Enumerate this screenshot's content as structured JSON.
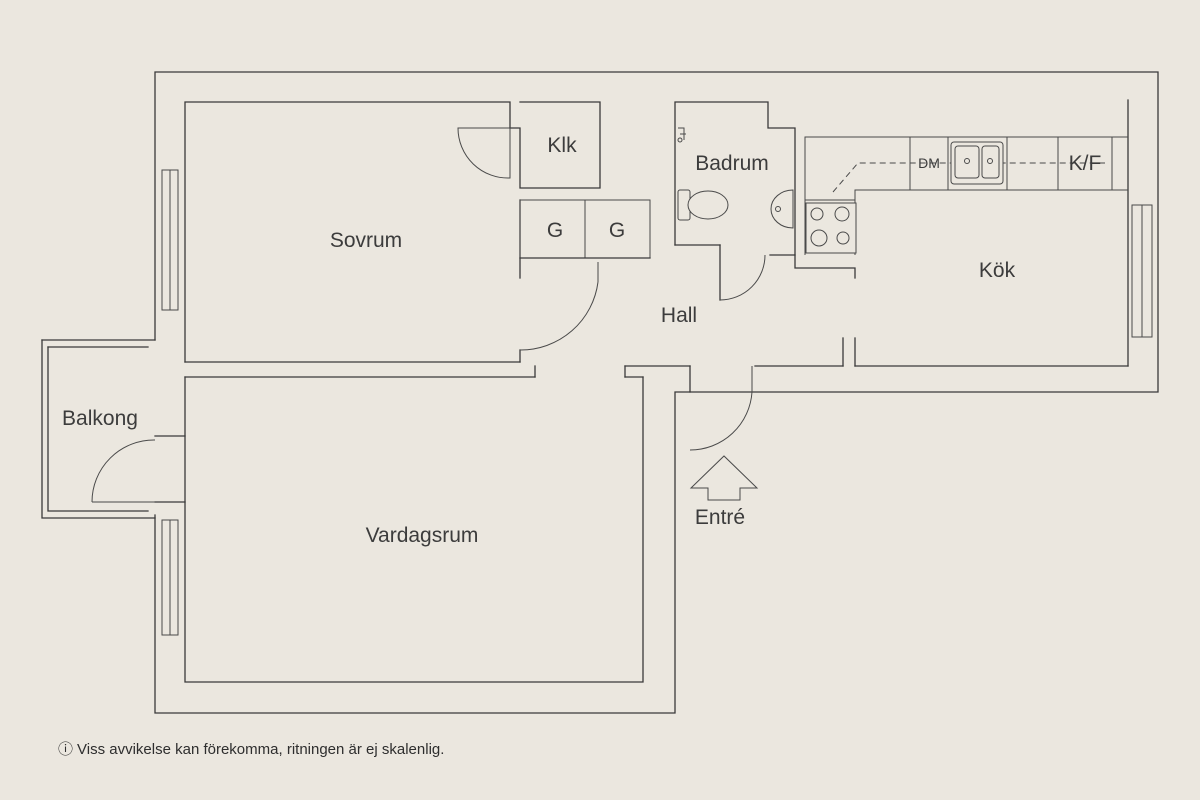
{
  "rooms": {
    "klk": "Klk",
    "badrum": "Badrum",
    "dm": "DM",
    "kf": "K/F",
    "sovrum": "Sovrum",
    "g1": "G",
    "g2": "G",
    "kok": "Kök",
    "hall": "Hall",
    "balkong": "Balkong",
    "vardagsrum": "Vardagsrum"
  },
  "entrance": {
    "label": "Entré"
  },
  "disclaimer": {
    "icon": "ⓘ",
    "text": "Viss avvikelse kan förekomma, ritningen är ej skalenlig."
  }
}
